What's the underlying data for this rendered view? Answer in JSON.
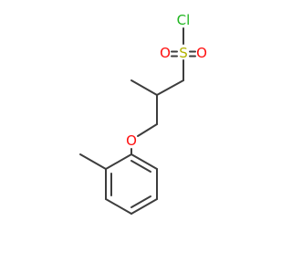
{
  "structure": {
    "atoms": {
      "chlorine": {
        "symbol": "Cl"
      },
      "sulfur": {
        "symbol": "S"
      },
      "sulfonyl_oxygen_left": {
        "symbol": "O"
      },
      "sulfonyl_oxygen_right": {
        "symbol": "O"
      },
      "ether_oxygen": {
        "symbol": "O"
      }
    }
  },
  "colors": {
    "bond": "#3d3d3d",
    "carbon": "#3d3d3d",
    "oxygen": "#ff0d0d",
    "sulfur": "#b2b200",
    "chlorine": "#1fb51f",
    "background": "#ffffff"
  }
}
